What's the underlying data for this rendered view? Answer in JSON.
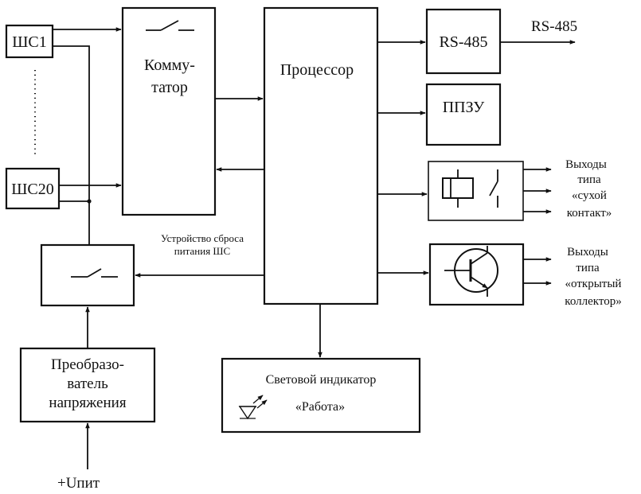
{
  "blocks": {
    "shs1": "ШС1",
    "shs20": "ШС20",
    "kommutator_line1": "Комму-",
    "kommutator_line2": "татор",
    "processor": "Процессор",
    "rs485_block": "RS-485",
    "rs485_output": "RS-485",
    "ppzu": "ППЗУ",
    "reset_line1": "Устройство сброса",
    "reset_line2": "питания ШС",
    "converter_line1": "Преобразо-",
    "converter_line2": "ватель",
    "converter_line3": "напряжения",
    "indicator_line1": "Световой индикатор",
    "indicator_line2": "«Работа»",
    "supply": "+Uпит",
    "dry_line1": "Выходы",
    "dry_line2": "типа",
    "dry_line3": "«сухой",
    "dry_line4": "контакт»",
    "oc_line1": "Выходы",
    "oc_line2": "типа",
    "oc_line3": "«открытый",
    "oc_line4": "коллектор»"
  },
  "icons": [
    "switch-icon",
    "relay-icon",
    "transistor-icon",
    "led-icon"
  ]
}
